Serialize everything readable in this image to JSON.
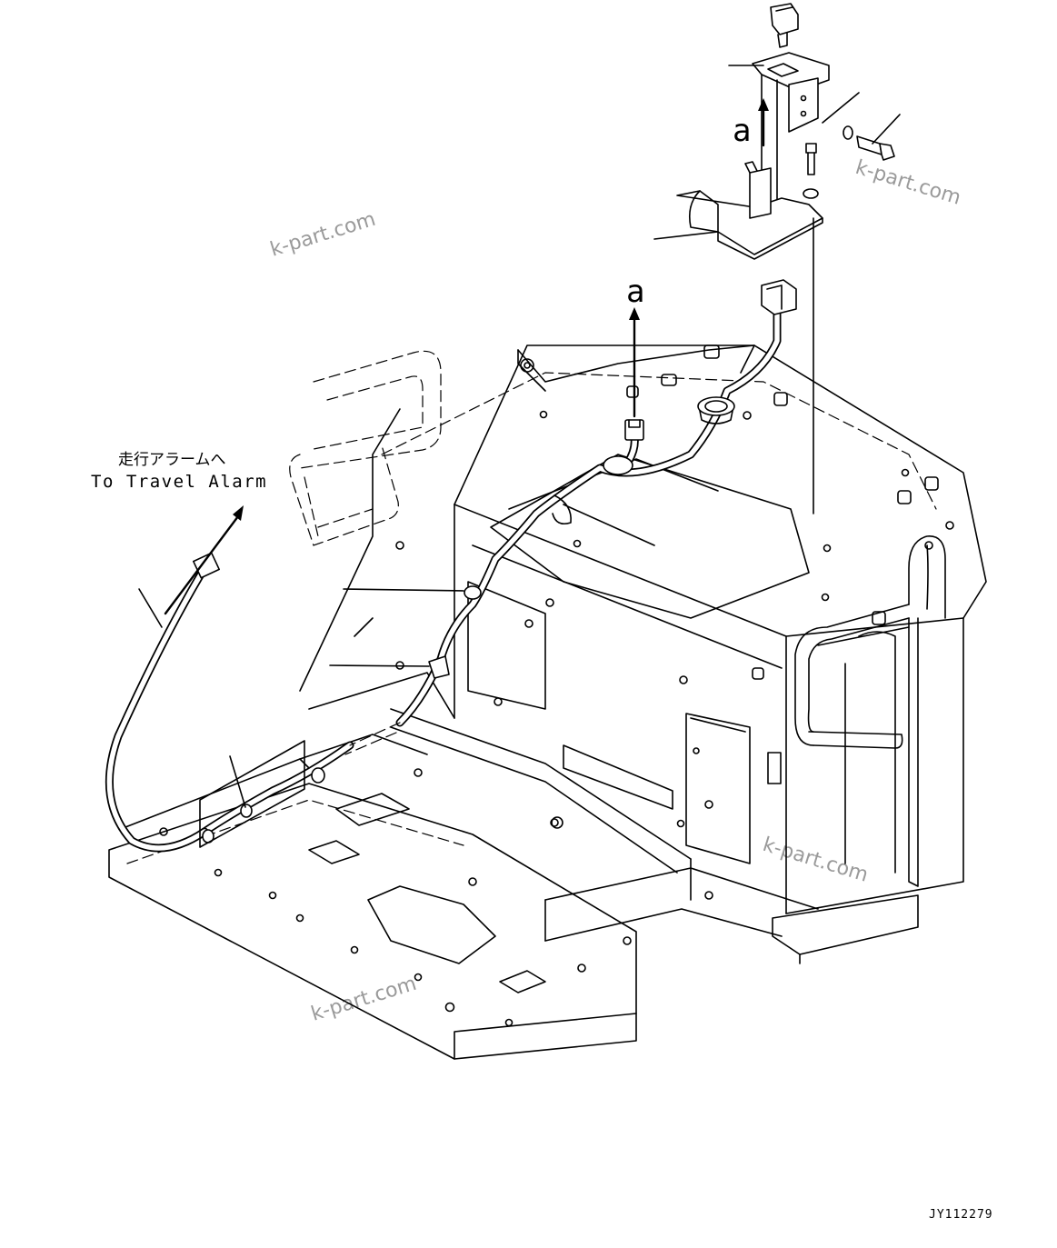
{
  "diagram": {
    "labels": {
      "destination_jp": "走行アラームへ",
      "destination_en": "To Travel Alarm",
      "view_mark_upper": "a",
      "view_mark_lower": "a"
    },
    "watermark": "k-part.com",
    "drawing_code": "JY112279"
  }
}
